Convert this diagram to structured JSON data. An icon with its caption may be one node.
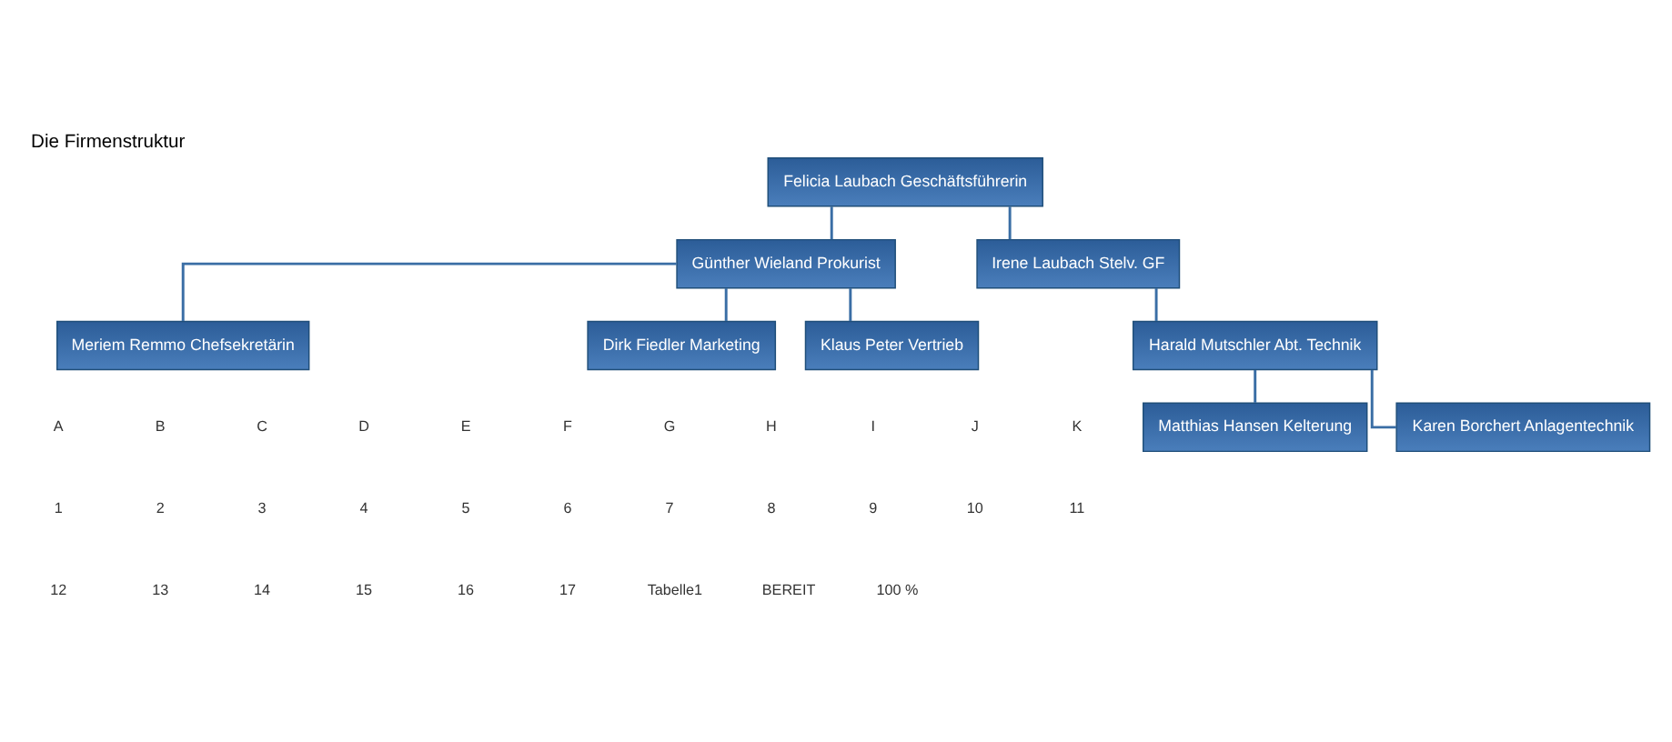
{
  "diagram": {
    "title": "Die Firmenstruktur",
    "nodes": [
      {
        "text": [
          "Felicia Laubach Geschäftsführerin"
        ]
      },
      {
        "text": [
          "Günther Wieland Prokurist"
        ]
      },
      {
        "text": [
          "Irene Laubach Stelv. GF"
        ]
      },
      {
        "text": [
          "Meriem Remmo Chefsekretärin"
        ]
      },
      {
        "text": [
          "Harald Mutschler Abt. Technik"
        ]
      },
      {
        "text": [
          "Dirk Fiedler Marketing"
        ]
      },
      {
        "text": [
          "Klaus Peter Vertrieb"
        ]
      },
      {
        "text": [
          "Matthias Hansen Kelterung"
        ]
      },
      {
        "text": [
          "Karen Borchert Anlagentechnik"
        ]
      }
    ],
    "edges": [
      {
        "from": 0,
        "to": 1,
        "arrow": "none"
      },
      {
        "from": 0,
        "to": 2,
        "arrow": "none"
      },
      {
        "from": 1,
        "to": 3,
        "arrow": "none"
      },
      {
        "from": 1,
        "to": 5,
        "arrow": "none"
      },
      {
        "from": 1,
        "to": 6,
        "arrow": "none"
      },
      {
        "from": 2,
        "to": 4,
        "arrow": "none"
      },
      {
        "from": 4,
        "to": 7,
        "arrow": "none"
      },
      {
        "from": 4,
        "to": 8,
        "arrow": "none"
      }
    ],
    "labels": [
      "A",
      "B",
      "C",
      "D",
      "E",
      "F",
      "G",
      "H",
      "I",
      "J",
      "K",
      "1",
      "2",
      "3",
      "4",
      "5",
      "6",
      "7",
      "8",
      "9",
      "10",
      "11",
      "12",
      "13",
      "14",
      "15",
      "16",
      "17",
      "Tabelle1",
      "BEREIT",
      "100 %"
    ]
  }
}
